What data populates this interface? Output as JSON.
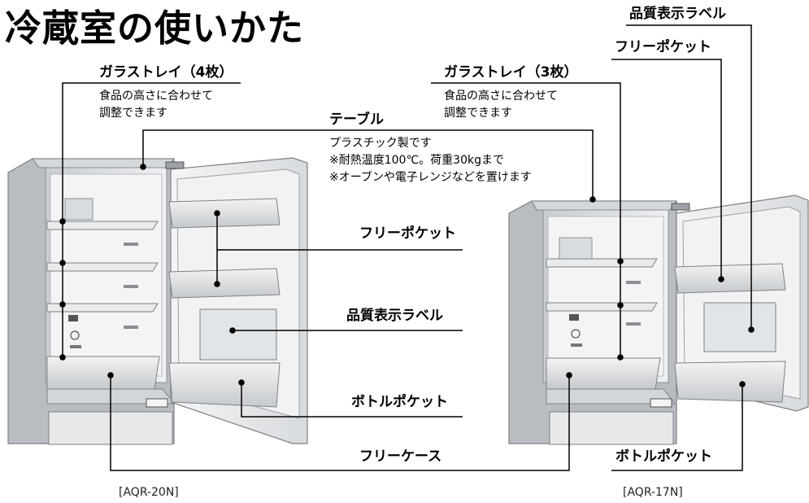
{
  "title": "冷蔵室の使いかた",
  "labels": {
    "glass_tray_4": "ガラストレイ（4枚）",
    "glass_tray_4_desc": "食品の高さに合わせて\n調整できます",
    "glass_tray_3": "ガラストレイ（3枚）",
    "glass_tray_3_desc": "食品の高さに合わせて\n調整できます",
    "table": "テーブル",
    "table_desc": "プラスチック製です\n※耐熱温度100℃。荷重30kgまで\n※オーブンや電子レンジなどを置けます",
    "free_pocket_center": "フリーポケット",
    "quality_label_center": "品質表示ラベル",
    "bottle_pocket_center": "ボトルポケット",
    "free_case": "フリーケース",
    "quality_label_top_right": "品質表示ラベル",
    "free_pocket_right": "フリーポケット",
    "bottle_pocket_right": "ボトルポケット"
  },
  "models": {
    "left": "[AQR-20N]",
    "right": "[AQR-17N]"
  }
}
